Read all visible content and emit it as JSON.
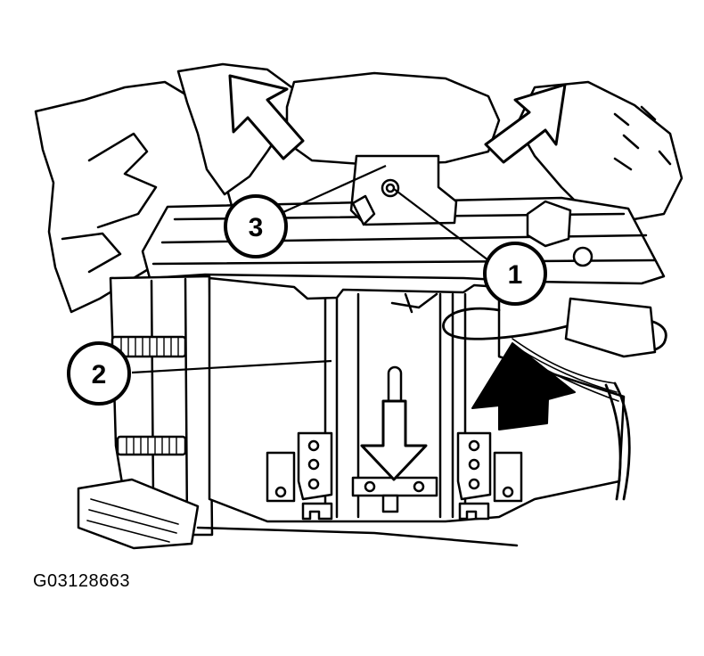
{
  "figure": {
    "id": "G03128663"
  },
  "callouts": [
    {
      "number": "1"
    },
    {
      "number": "2"
    },
    {
      "number": "3"
    }
  ],
  "colors": {
    "line": "#000000",
    "fill": "#ffffff",
    "solid_arrow": "#000000"
  },
  "icons": {
    "removal_arrows": "hollow-arrow-icon",
    "insertion_arrow": "solid-arrow-icon"
  }
}
